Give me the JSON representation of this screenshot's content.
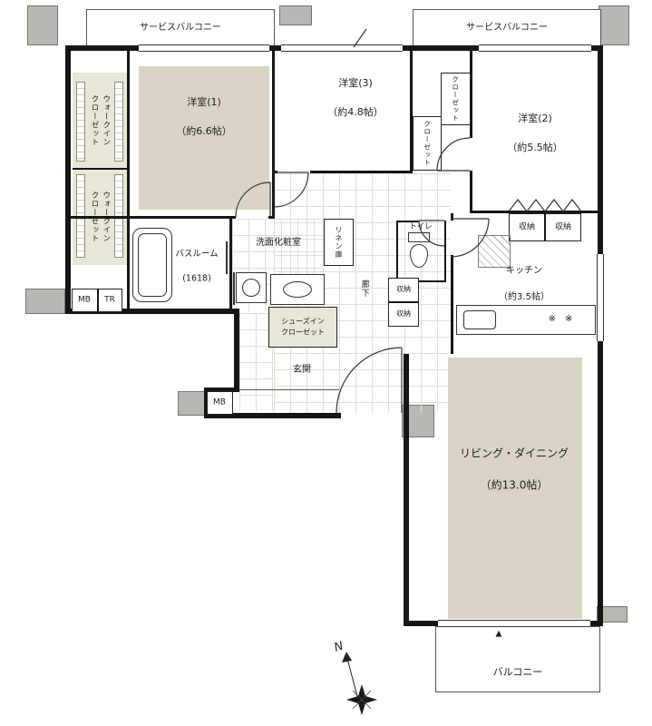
{
  "plan": {
    "service_balcony_left": "サービスバルコニー",
    "service_balcony_right": "サービスバルコニー",
    "balcony": "バルコニー",
    "room1_name": "洋室(1)",
    "room1_size": "（約6.6帖）",
    "room3_name": "洋室(3)",
    "room3_size": "（約4.8帖）",
    "room2_name": "洋室(2)",
    "room2_size": "（約5.5帖）",
    "living_name": "リビング・ダイニング",
    "living_size": "（約13.0帖）",
    "kitchen_name": "キッチン",
    "kitchen_size": "（約3.5帖）",
    "bathroom_name": "バスルーム",
    "bathroom_size": "(1618)",
    "washroom": "洗面化粧室",
    "toilet": "トイレ",
    "corridor": "廊下",
    "entrance": "玄関",
    "wic": "ウォークイン\nクローゼット",
    "closet": "クローゼット",
    "linen": "リネン庫",
    "shoes_closet": "シューズイン\nクローゼット",
    "storage": "収納",
    "mb": "MB",
    "tr": "TR",
    "north": "N",
    "entry_marker": "▲",
    "burner_marks": "※　※"
  },
  "colors": {
    "room_fill": "#d9d4c5",
    "closet_fill": "#e9e6d8",
    "wall": "#161616",
    "gray_block": "#b8b8b3"
  }
}
